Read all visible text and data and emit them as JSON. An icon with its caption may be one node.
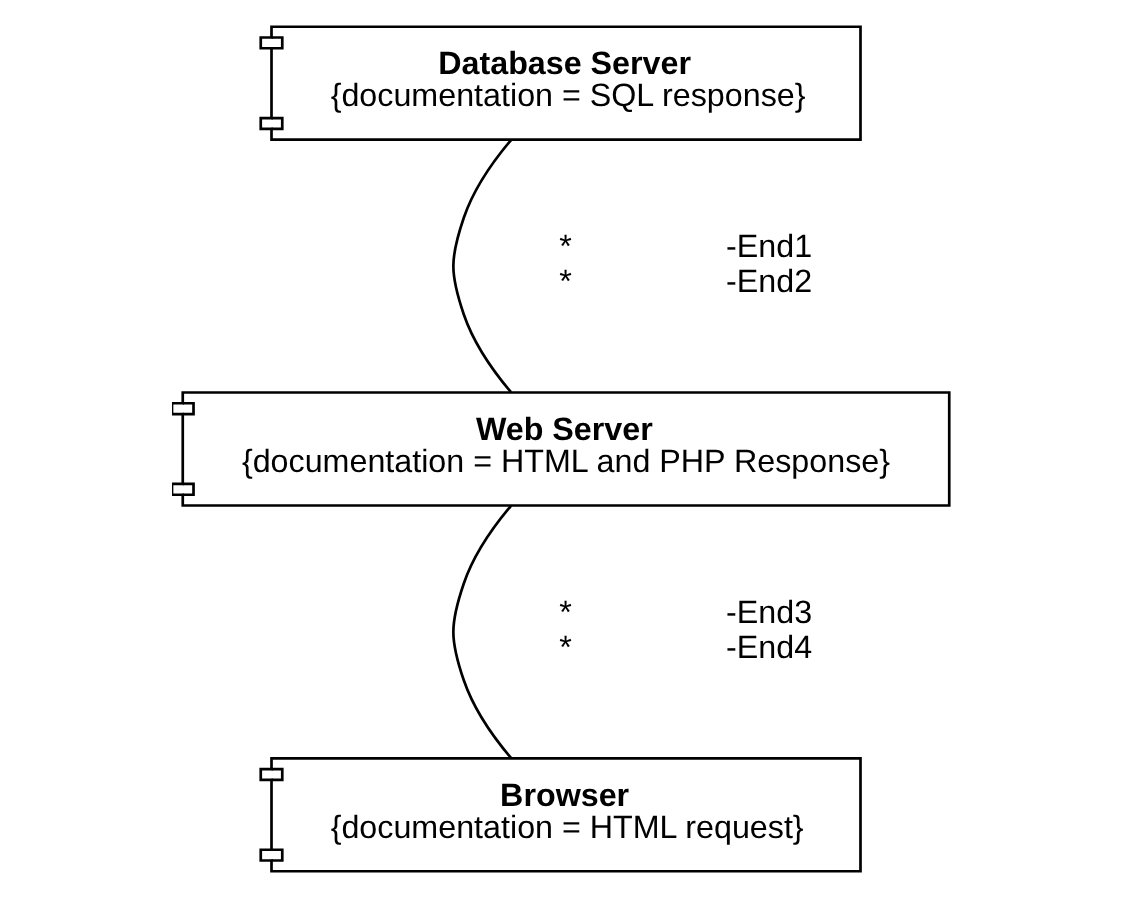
{
  "diagram": {
    "nodes": [
      {
        "text": [
          "Database Server",
          "{documentation = SQL response}"
        ]
      },
      {
        "text": [
          "Web Server",
          "{documentation = HTML and PHP Response}"
        ]
      },
      {
        "text": [
          "Browser",
          "{documentation = HTML request}"
        ]
      }
    ],
    "edges": [
      {
        "from": 0,
        "to": 1,
        "arrow": "none"
      },
      {
        "from": 1,
        "to": 2,
        "arrow": "none"
      }
    ],
    "labels": [
      "*",
      "*",
      "-End1",
      "-End2",
      "*",
      "*",
      "-End3",
      "-End4"
    ]
  }
}
